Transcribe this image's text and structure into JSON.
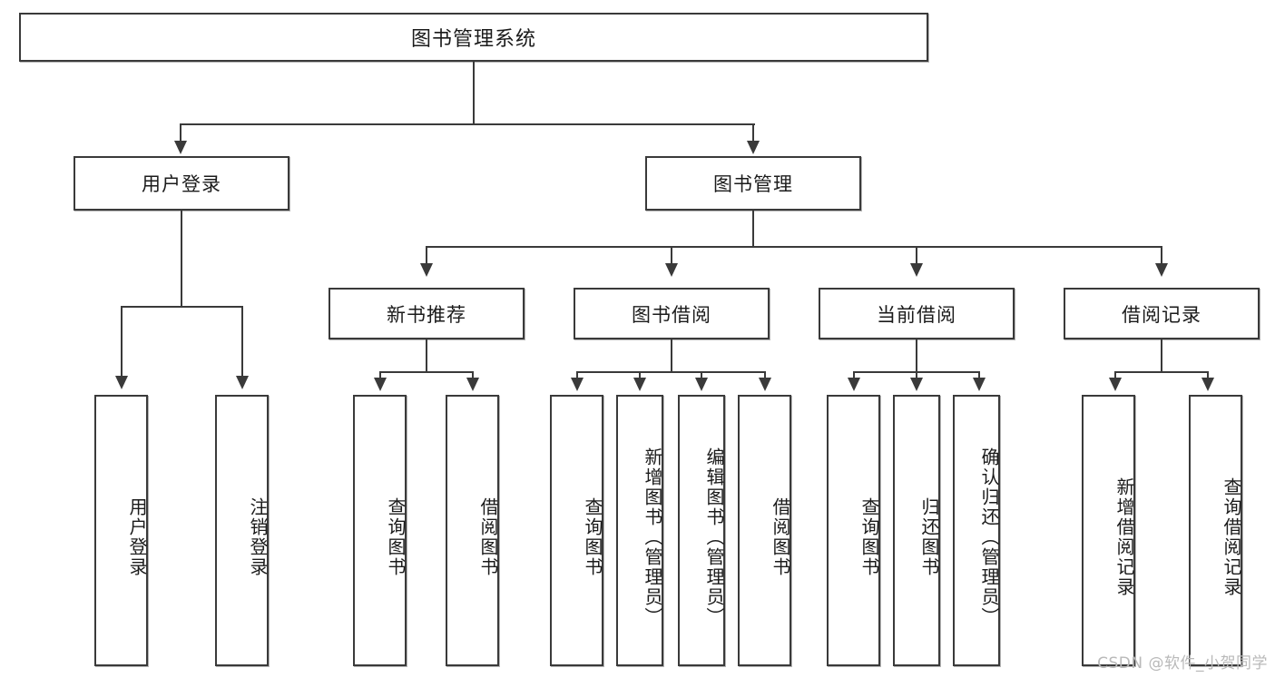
{
  "diagram": {
    "type": "tree-hierarchy",
    "title": "图书管理系统",
    "watermark": "CSDN @软件_小贺同学",
    "colors": {
      "box_border": "#3a3a3a",
      "box_fill": "#ffffff",
      "connector": "#3a3a3a",
      "text": "#1b1b1b",
      "watermark": "#b9b9b9",
      "background": "#ffffff"
    },
    "nodes": {
      "root": {
        "label": "图书管理系统",
        "level": 1
      },
      "level2": [
        {
          "id": "user-login",
          "label": "用户登录"
        },
        {
          "id": "book-manage",
          "label": "图书管理"
        }
      ],
      "level3": [
        {
          "id": "new-book-recommend",
          "label": "新书推荐"
        },
        {
          "id": "book-borrow",
          "label": "图书借阅"
        },
        {
          "id": "current-borrow",
          "label": "当前借阅"
        },
        {
          "id": "borrow-record",
          "label": "借阅记录"
        }
      ],
      "leaves": {
        "user-login": [
          {
            "id": "leaf-user-login",
            "label": "用户登录"
          },
          {
            "id": "leaf-logout-login",
            "label": "注销登录"
          }
        ],
        "new-book-recommend": [
          {
            "id": "leaf-query-book-1",
            "label": "查询图书"
          },
          {
            "id": "leaf-borrow-book-1",
            "label": "借阅图书"
          }
        ],
        "book-borrow": [
          {
            "id": "leaf-query-book-2",
            "label": "查询图书"
          },
          {
            "id": "leaf-add-book",
            "label": "新增图书（管理员）"
          },
          {
            "id": "leaf-edit-book",
            "label": "编辑图书（管理员）"
          },
          {
            "id": "leaf-borrow-book-2",
            "label": "借阅图书"
          }
        ],
        "current-borrow": [
          {
            "id": "leaf-query-book-3",
            "label": "查询图书"
          },
          {
            "id": "leaf-return-book",
            "label": "归还图书"
          },
          {
            "id": "leaf-confirm-return",
            "label": "确认归还（管理员）"
          }
        ],
        "borrow-record": [
          {
            "id": "leaf-add-record",
            "label": "新增借阅记录"
          },
          {
            "id": "leaf-query-record",
            "label": "查询借阅记录"
          }
        ]
      }
    }
  }
}
